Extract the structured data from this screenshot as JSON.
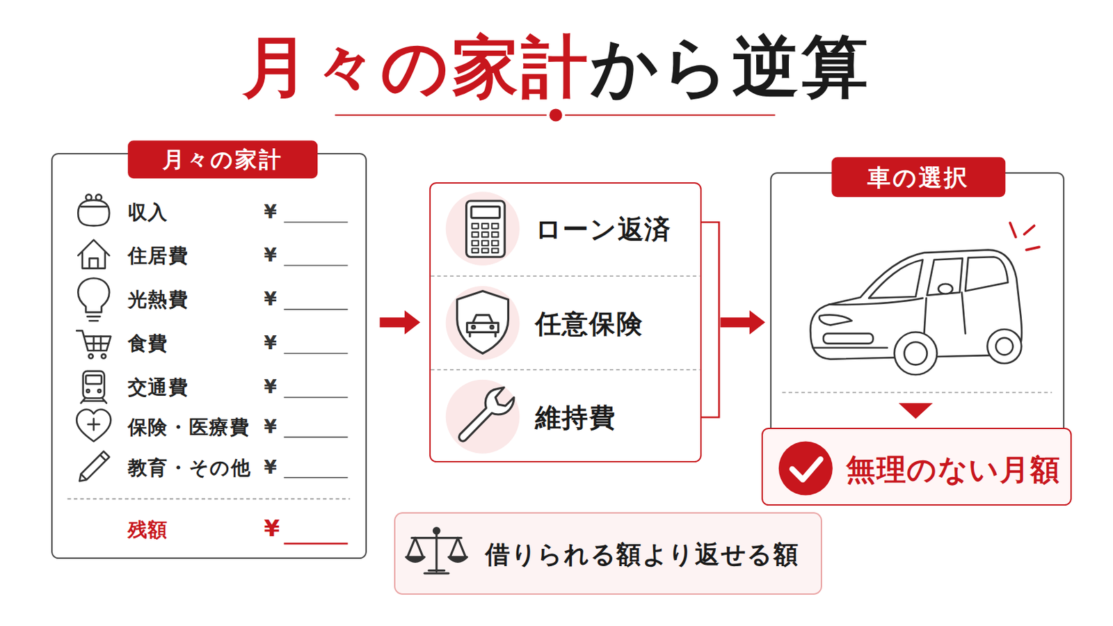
{
  "diagram": {
    "title": "月々の家計から逆算",
    "nodes": [
      {
        "text": [
          "月々の家計",
          "収入",
          "¥",
          "住居費",
          "¥",
          "光熱費",
          "¥",
          "食費",
          "¥",
          "交通費",
          "¥",
          "保険・医療費",
          "¥",
          "教育・その他",
          "¥",
          "残額",
          "¥"
        ]
      },
      {
        "text": [
          "ローン返済",
          "任意保険",
          "維持費"
        ]
      },
      {
        "text": [
          "車の選択"
        ]
      },
      {
        "text": [
          "無理のない月額"
        ]
      },
      {
        "text": [
          "借りられる額より返せる額"
        ]
      }
    ],
    "edges": [
      {
        "from": 0,
        "to": 1,
        "arrow": "to"
      },
      {
        "from": 1,
        "to": 2,
        "arrow": "to"
      }
    ]
  }
}
